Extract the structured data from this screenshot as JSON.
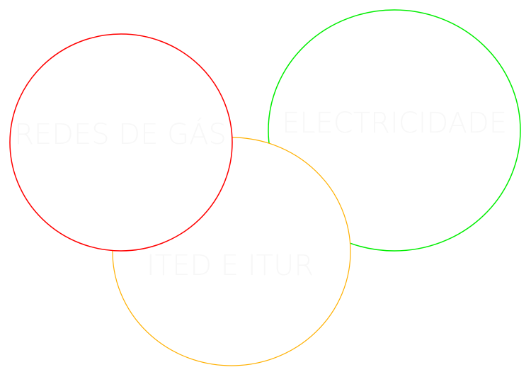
{
  "circles": [
    {
      "id": "electricidade",
      "label": "ELECTRICIDADE",
      "color": "#00ee00"
    },
    {
      "id": "ited-itur",
      "label": "ITED E ITUR",
      "color": "#ffb000"
    },
    {
      "id": "redes-gas",
      "label": "REDES DE GÁS",
      "color": "#ff0000"
    }
  ]
}
